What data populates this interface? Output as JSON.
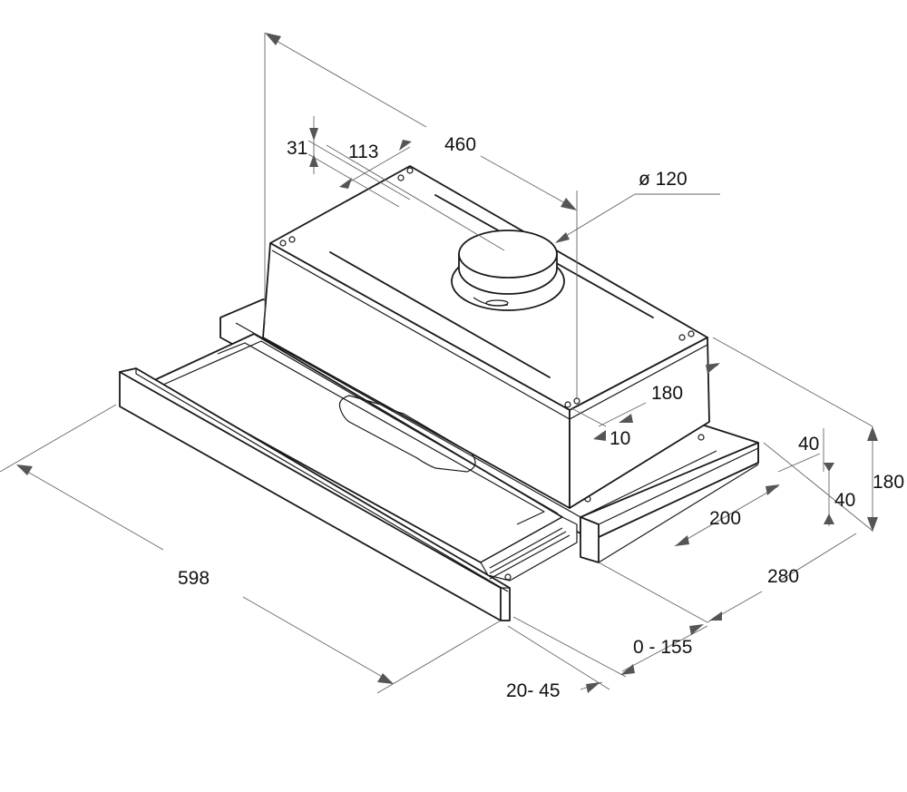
{
  "dimensions": {
    "width_598": "598",
    "depth_460": "460",
    "height_180_side": "180",
    "height_180_body": "180",
    "offset_31": "31",
    "offset_113": "113",
    "duct_diameter": "ø 120",
    "inset_10": "10",
    "rail_40_top": "40",
    "rail_40_bottom": "40",
    "rail_200": "200",
    "base_280": "280",
    "extension_0_155": "0 - 155",
    "front_20_45": "20- 45"
  }
}
